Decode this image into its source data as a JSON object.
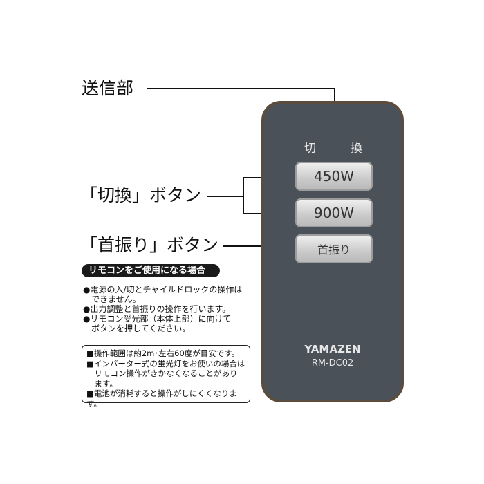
{
  "callouts": {
    "transmitter": "送信部",
    "switch_button": "「切換」ボタン",
    "swing_button": "「首振り」ボタン"
  },
  "remote": {
    "section_label": [
      "切",
      "換"
    ],
    "buttons": [
      "450W",
      "900W",
      "首振り"
    ],
    "brand": "YAMAZEN",
    "model": "RM-DC02",
    "colors": {
      "body": "#4b5159",
      "rim": "#5b4c3d"
    }
  },
  "usage": {
    "header": "リモコンをご使用になる場合",
    "bullets": [
      "●電源の入/切とチャイルドロックの操作は",
      "　できません。",
      "●出力調整と首振りの操作を行います。",
      "●リモコン受光部（本体上部）に向けて",
      "　ボタンを押してください。"
    ]
  },
  "notes": [
    "■操作範囲は約2m･左右60度が目安です。",
    "■インバーター式の蛍光灯をお使いの場合は",
    "　リモコン操作がきかなくなることがあり",
    "　ます。",
    "■電池が消耗すると操作がしにくくなります。"
  ]
}
